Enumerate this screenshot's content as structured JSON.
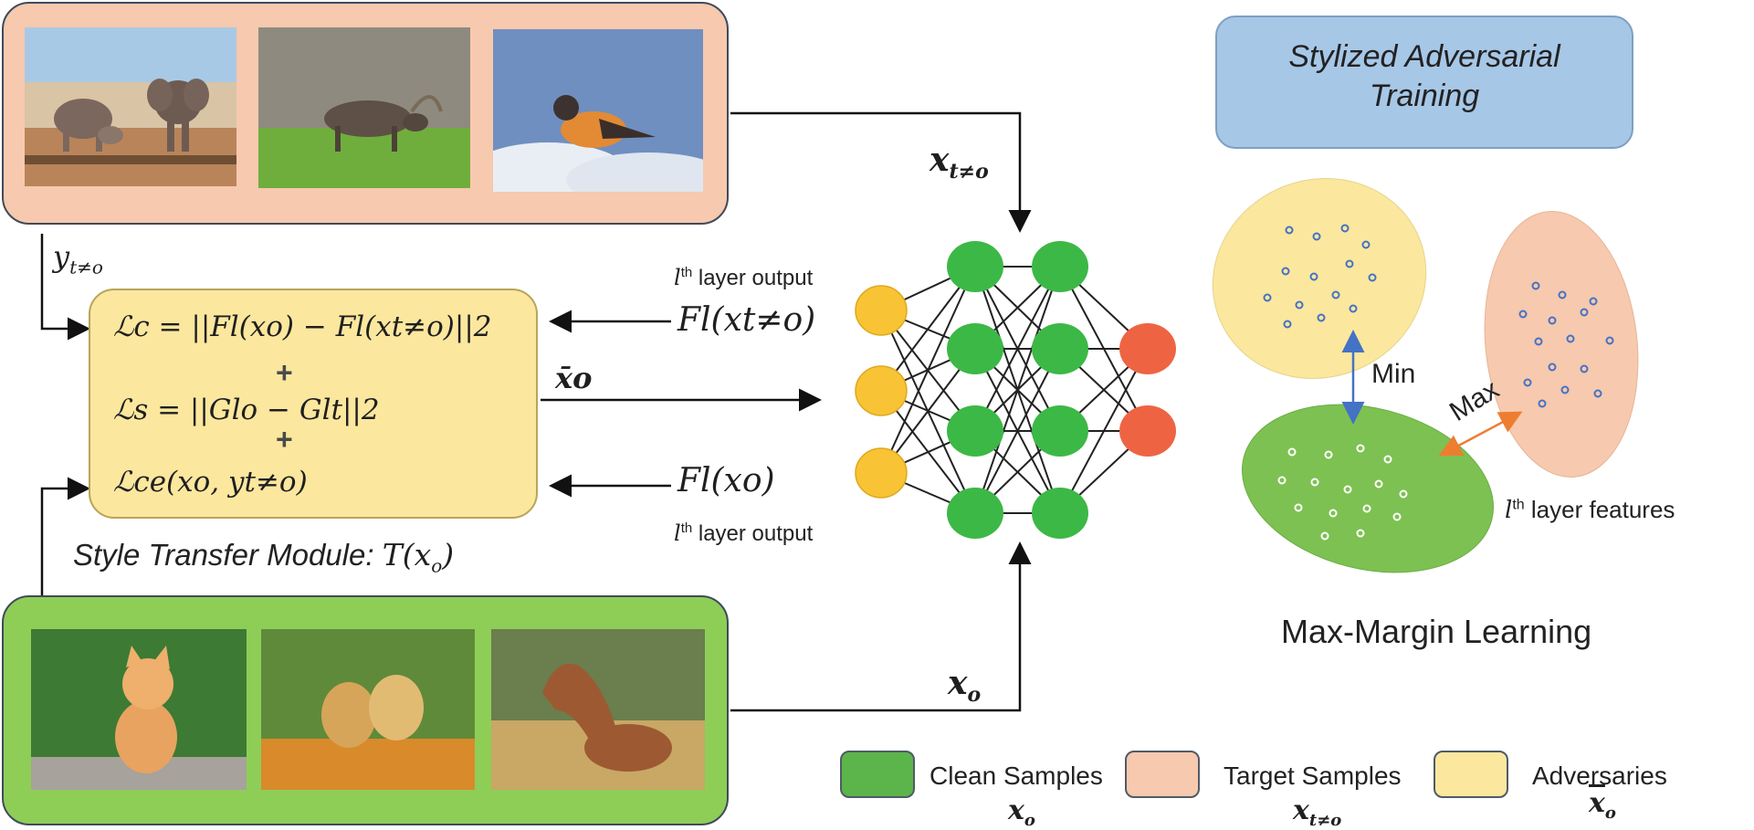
{
  "diagram": {
    "panels": {
      "target_label": "y",
      "target_label_sub": "t≠o",
      "target_input_label": "x",
      "target_input_sub": "t≠o",
      "clean_input_label": "x",
      "clean_input_sub": "o"
    },
    "style_module": {
      "title": "Style Transfer Module: ",
      "title_math": "T(x",
      "title_math_sub": "o",
      "title_math_close": ")",
      "loss_content": "ℒc = ||Fl(xo) − Fl(xt≠o)||2",
      "loss_style": "ℒs = ||Glo − Glt||2",
      "loss_ce": "ℒce(xo, yt≠o)",
      "plus": "+",
      "adv_output_label": "x̄o"
    },
    "layer_outputs": {
      "top_note_sup": "th",
      "top_note": " layer output",
      "top_note_l": "l",
      "top_feature": "Fl(xt≠o)",
      "bottom_feature": "Fl(xo)",
      "bottom_note_l": "l",
      "bottom_note_sup": "th",
      "bottom_note": " layer output"
    },
    "training": {
      "title_line1": "Stylized Adversarial",
      "title_line2": "Training",
      "min_label": "Min",
      "max_label": "Max",
      "features_l": "l",
      "features_sup": "th",
      "features_note": " layer features",
      "caption": "Max-Margin Learning"
    },
    "legend": [
      {
        "label": "Clean Samples",
        "math": "x",
        "sub": "o",
        "overline": false,
        "color": "#5cb54a"
      },
      {
        "label": "Target Samples",
        "math": "x",
        "sub": "t≠o",
        "overline": false,
        "color": "#f7c9ae"
      },
      {
        "label": "Adversaries",
        "math": "x",
        "sub": "o",
        "overline": true,
        "color": "#fbe79e"
      }
    ],
    "colors": {
      "target_panel": "#f7c9ae",
      "clean_panel": "#8ece57",
      "loss_box": "#fbe79e",
      "title_box": "#a7c7e7",
      "input_node": "#f8c335",
      "hidden_node": "#3cb846",
      "output_node": "#ee6442",
      "min_arrow": "#4472c4",
      "max_arrow": "#ed7d31"
    }
  }
}
